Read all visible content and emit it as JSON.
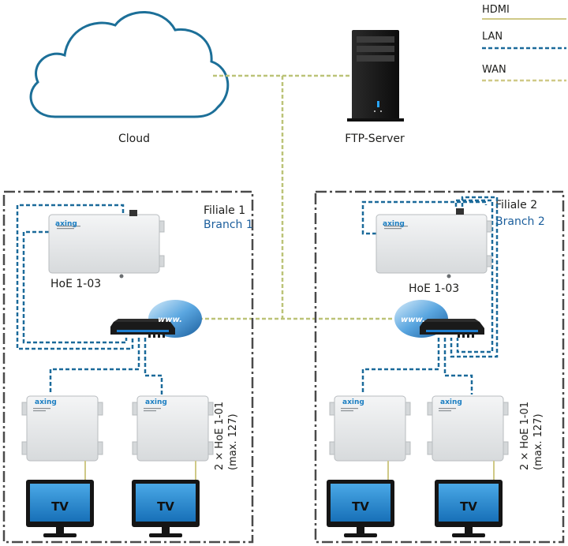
{
  "legend": {
    "hdmi": "HDMI",
    "lan": "LAN",
    "wan": "WAN"
  },
  "cloud": {
    "label": "Cloud"
  },
  "server": {
    "label": "FTP-Server"
  },
  "branch1": {
    "title": "Filiale 1",
    "subtitle": "Branch 1",
    "encoder_label": "HoE 1-03",
    "encoder_brand": "axing",
    "receiver_brand": "axing",
    "receiver_caption": "2 × HoE 1-01",
    "receiver_caption_sub": "(max. 127)",
    "tv_label": "TV",
    "router_brand": "www."
  },
  "branch2": {
    "title": "Filiale 2",
    "subtitle": "Branch 2",
    "encoder_label": "HoE 1-03",
    "encoder_brand": "axing",
    "receiver_brand": "axing",
    "receiver_caption": "2 × HoE 1-01",
    "receiver_caption_sub": "(max. 127)",
    "tv_label": "TV",
    "router_brand": "www."
  },
  "colors": {
    "hdmi": "#cfc987",
    "lan": "#1b6a9a",
    "wan": "#bcc378",
    "cloud": "#1c6f98",
    "accent_blue": "#1b5e9c"
  }
}
